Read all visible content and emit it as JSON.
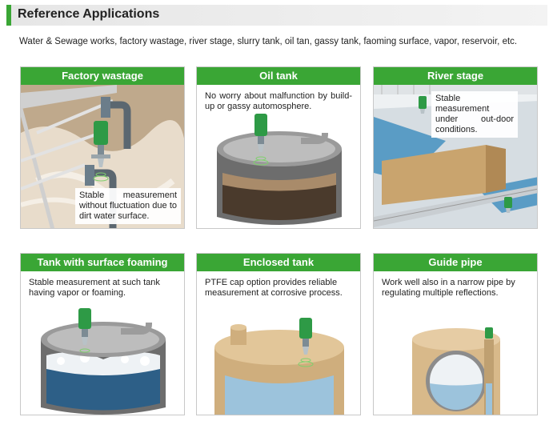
{
  "header": {
    "title": "Reference Applications"
  },
  "intro": "Water & Sewage works, factory wastage, river stage, slurry tank, oil tan, gassy tank, faoming surface, vapor, reservoir, etc.",
  "panels": [
    {
      "title": "Factory wastage",
      "description": "Stable measurement without fluctuation due to dirt water surface."
    },
    {
      "title": "Oil tank",
      "description": "No worry about malfunction by build-up or gassy automosphere."
    },
    {
      "title": "River stage",
      "description": "Stable measurement under out-door conditions."
    },
    {
      "title": "Tank with surface foaming",
      "description": "Stable measurement at such tank having vapor or foaming."
    },
    {
      "title": "Enclosed tank",
      "description": "PTFE cap option provides reliable measurement at corrosive process."
    },
    {
      "title": "Guide pipe",
      "description": "Work well also in a narrow pipe by regulating multiple reflections."
    }
  ],
  "colors": {
    "accent_green": "#3aa635",
    "header_bg": "#e6e6e6",
    "sensor_green": "#2e9a46",
    "water_blue": "#7fb1cf",
    "tank_grey": "#8a8a8a",
    "tank_beige": "#d8b98a"
  },
  "icons": [
    "level-sensor-icon"
  ]
}
